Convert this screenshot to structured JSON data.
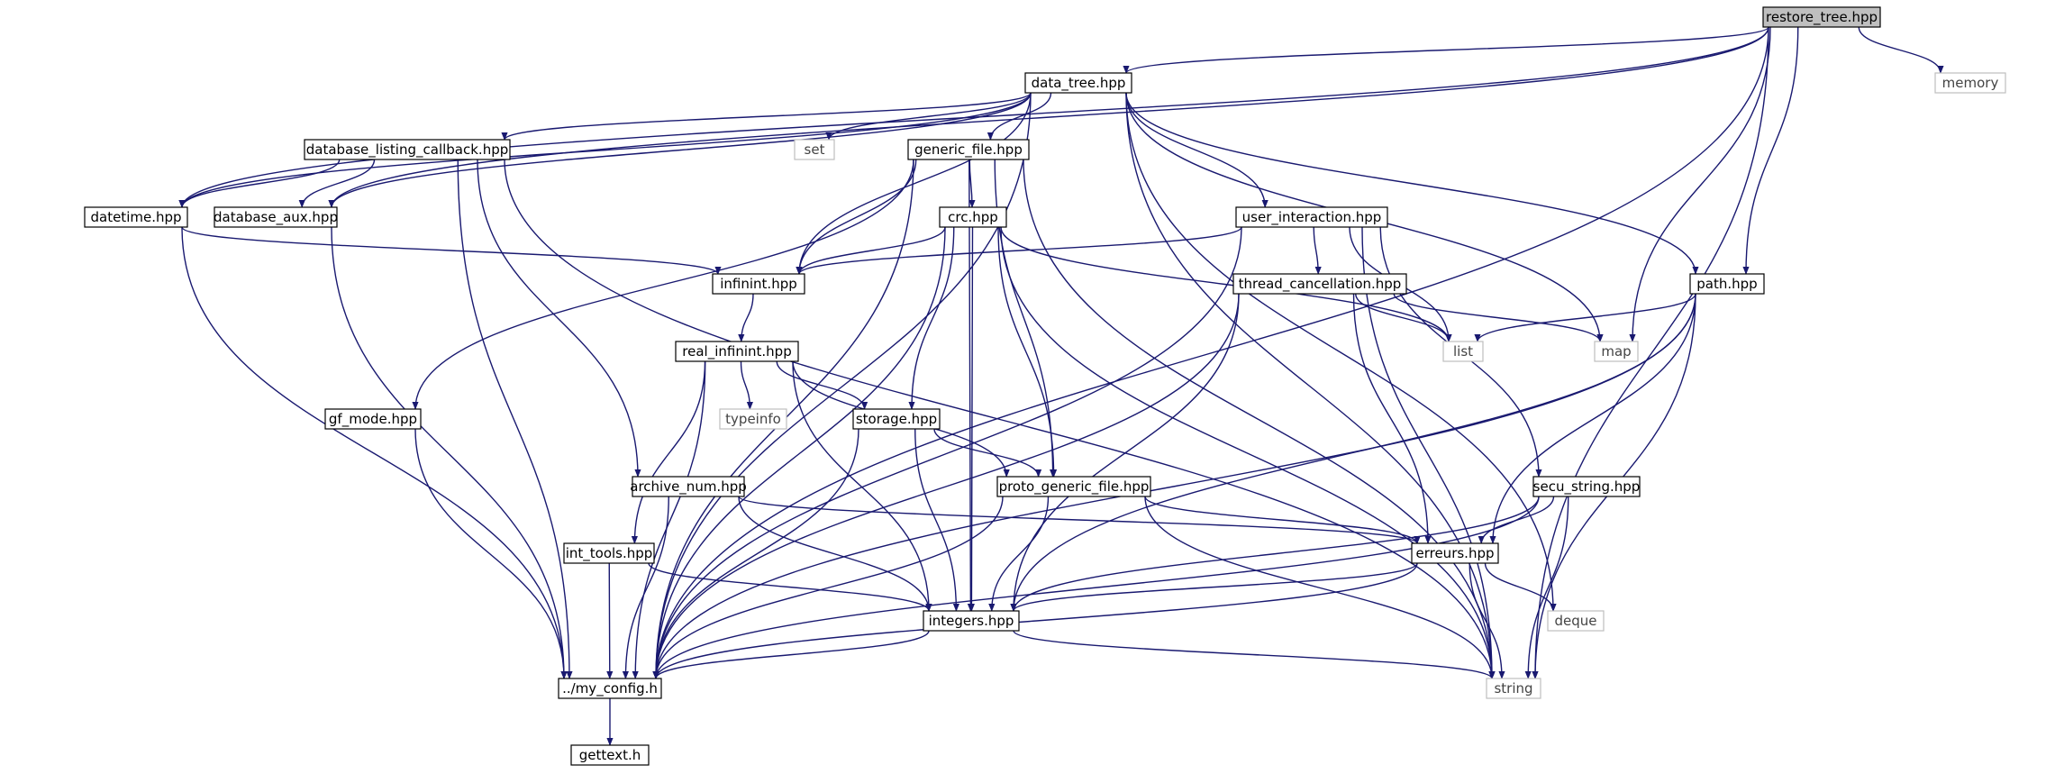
{
  "graph": {
    "nodes": [
      {
        "id": "restore_tree",
        "label": "restore_tree.hpp",
        "kind": "root"
      },
      {
        "id": "memory",
        "label": "memory",
        "kind": "external"
      },
      {
        "id": "data_tree",
        "label": "data_tree.hpp",
        "kind": "internal"
      },
      {
        "id": "set",
        "label": "set",
        "kind": "external"
      },
      {
        "id": "database_listing_callback",
        "label": "database_listing_callback.hpp",
        "kind": "internal"
      },
      {
        "id": "generic_file",
        "label": "generic_file.hpp",
        "kind": "internal"
      },
      {
        "id": "datetime",
        "label": "datetime.hpp",
        "kind": "internal"
      },
      {
        "id": "database_aux",
        "label": "database_aux.hpp",
        "kind": "internal"
      },
      {
        "id": "crc",
        "label": "crc.hpp",
        "kind": "internal"
      },
      {
        "id": "user_interaction",
        "label": "user_interaction.hpp",
        "kind": "internal"
      },
      {
        "id": "infinint",
        "label": "infinint.hpp",
        "kind": "internal"
      },
      {
        "id": "thread_cancellation",
        "label": "thread_cancellation.hpp",
        "kind": "internal"
      },
      {
        "id": "path",
        "label": "path.hpp",
        "kind": "internal"
      },
      {
        "id": "list",
        "label": "list",
        "kind": "external"
      },
      {
        "id": "map",
        "label": "map",
        "kind": "external"
      },
      {
        "id": "real_infinint",
        "label": "real_infinint.hpp",
        "kind": "internal"
      },
      {
        "id": "typeinfo",
        "label": "typeinfo",
        "kind": "external"
      },
      {
        "id": "gf_mode",
        "label": "gf_mode.hpp",
        "kind": "internal"
      },
      {
        "id": "storage",
        "label": "storage.hpp",
        "kind": "internal"
      },
      {
        "id": "archive_num",
        "label": "archive_num.hpp",
        "kind": "internal"
      },
      {
        "id": "proto_generic_file",
        "label": "proto_generic_file.hpp",
        "kind": "internal"
      },
      {
        "id": "secu_string",
        "label": "secu_string.hpp",
        "kind": "internal"
      },
      {
        "id": "int_tools",
        "label": "int_tools.hpp",
        "kind": "internal"
      },
      {
        "id": "erreurs",
        "label": "erreurs.hpp",
        "kind": "internal"
      },
      {
        "id": "integers",
        "label": "integers.hpp",
        "kind": "internal"
      },
      {
        "id": "deque",
        "label": "deque",
        "kind": "external"
      },
      {
        "id": "my_config",
        "label": "../my_config.h",
        "kind": "internal"
      },
      {
        "id": "string",
        "label": "string",
        "kind": "external"
      },
      {
        "id": "gettext",
        "label": "gettext.h",
        "kind": "internal"
      }
    ],
    "edges": [
      [
        "restore_tree",
        "data_tree"
      ],
      [
        "restore_tree",
        "memory"
      ],
      [
        "restore_tree",
        "datetime"
      ],
      [
        "restore_tree",
        "database_aux"
      ],
      [
        "restore_tree",
        "my_config"
      ],
      [
        "restore_tree",
        "path"
      ],
      [
        "restore_tree",
        "map"
      ],
      [
        "restore_tree",
        "string"
      ],
      [
        "data_tree",
        "set"
      ],
      [
        "data_tree",
        "database_listing_callback"
      ],
      [
        "data_tree",
        "generic_file"
      ],
      [
        "data_tree",
        "datetime"
      ],
      [
        "data_tree",
        "database_aux"
      ],
      [
        "data_tree",
        "infinint"
      ],
      [
        "data_tree",
        "user_interaction"
      ],
      [
        "data_tree",
        "path"
      ],
      [
        "data_tree",
        "map"
      ],
      [
        "data_tree",
        "deque"
      ],
      [
        "data_tree",
        "string"
      ],
      [
        "data_tree",
        "my_config"
      ],
      [
        "database_listing_callback",
        "datetime"
      ],
      [
        "database_listing_callback",
        "database_aux"
      ],
      [
        "database_listing_callback",
        "archive_num"
      ],
      [
        "database_listing_callback",
        "my_config"
      ],
      [
        "database_listing_callback",
        "string"
      ],
      [
        "generic_file",
        "crc"
      ],
      [
        "generic_file",
        "infinint"
      ],
      [
        "generic_file",
        "gf_mode"
      ],
      [
        "generic_file",
        "proto_generic_file"
      ],
      [
        "generic_file",
        "integers"
      ],
      [
        "generic_file",
        "my_config"
      ],
      [
        "generic_file",
        "string"
      ],
      [
        "datetime",
        "infinint"
      ],
      [
        "datetime",
        "my_config"
      ],
      [
        "database_aux",
        "my_config"
      ],
      [
        "crc",
        "infinint"
      ],
      [
        "crc",
        "storage"
      ],
      [
        "crc",
        "proto_generic_file"
      ],
      [
        "crc",
        "integers"
      ],
      [
        "crc",
        "list"
      ],
      [
        "crc",
        "my_config"
      ],
      [
        "crc",
        "string"
      ],
      [
        "user_interaction",
        "infinint"
      ],
      [
        "user_interaction",
        "thread_cancellation"
      ],
      [
        "user_interaction",
        "list"
      ],
      [
        "user_interaction",
        "secu_string"
      ],
      [
        "user_interaction",
        "my_config"
      ],
      [
        "user_interaction",
        "string"
      ],
      [
        "infinint",
        "real_infinint"
      ],
      [
        "thread_cancellation",
        "list"
      ],
      [
        "thread_cancellation",
        "map"
      ],
      [
        "thread_cancellation",
        "erreurs"
      ],
      [
        "thread_cancellation",
        "integers"
      ],
      [
        "thread_cancellation",
        "my_config"
      ],
      [
        "path",
        "list"
      ],
      [
        "path",
        "erreurs"
      ],
      [
        "path",
        "integers"
      ],
      [
        "path",
        "my_config"
      ],
      [
        "path",
        "string"
      ],
      [
        "real_infinint",
        "typeinfo"
      ],
      [
        "real_infinint",
        "storage"
      ],
      [
        "real_infinint",
        "int_tools"
      ],
      [
        "real_infinint",
        "proto_generic_file"
      ],
      [
        "real_infinint",
        "integers"
      ],
      [
        "real_infinint",
        "my_config"
      ],
      [
        "gf_mode",
        "my_config"
      ],
      [
        "storage",
        "proto_generic_file"
      ],
      [
        "storage",
        "integers"
      ],
      [
        "storage",
        "my_config"
      ],
      [
        "archive_num",
        "erreurs"
      ],
      [
        "archive_num",
        "integers"
      ],
      [
        "archive_num",
        "my_config"
      ],
      [
        "proto_generic_file",
        "erreurs"
      ],
      [
        "proto_generic_file",
        "integers"
      ],
      [
        "proto_generic_file",
        "my_config"
      ],
      [
        "proto_generic_file",
        "string"
      ],
      [
        "secu_string",
        "erreurs"
      ],
      [
        "secu_string",
        "integers"
      ],
      [
        "secu_string",
        "my_config"
      ],
      [
        "secu_string",
        "string"
      ],
      [
        "int_tools",
        "integers"
      ],
      [
        "int_tools",
        "my_config"
      ],
      [
        "erreurs",
        "integers"
      ],
      [
        "erreurs",
        "deque"
      ],
      [
        "erreurs",
        "my_config"
      ],
      [
        "erreurs",
        "string"
      ],
      [
        "integers",
        "my_config"
      ],
      [
        "integers",
        "string"
      ],
      [
        "my_config",
        "gettext"
      ]
    ]
  },
  "colors": {
    "edge": "#191970",
    "node_border": "#000000",
    "root_fill": "#bfbfbf",
    "node_fill": "#ffffff",
    "external_border": "#bfbfbf",
    "external_text": "#444444"
  }
}
